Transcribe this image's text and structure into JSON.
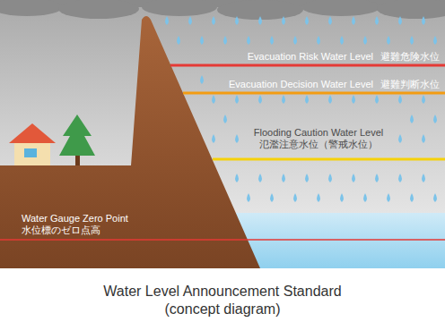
{
  "diagram": {
    "caption": "Water Level Announcement Standard (concept diagram)",
    "labels": [
      "Evacuation Risk Water Level",
      "避難危険水位",
      "Evacuation Decision Water Level",
      "避難判断水位",
      "Flooding Caution Water Level",
      "氾濫注意水位（警戒水位）",
      "Water Gauge Zero Point",
      "水位標のゼロ点高"
    ]
  }
}
